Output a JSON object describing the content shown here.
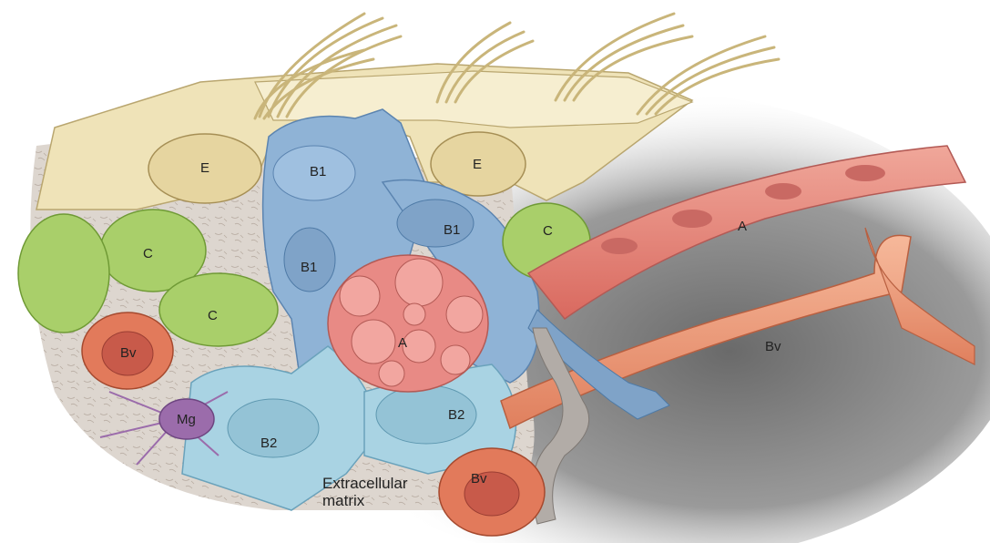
{
  "labels": {
    "e_left": "E",
    "e_right": "E",
    "b1_top": "B1",
    "b1_mid": "B1",
    "b1_right": "B1",
    "c_upper_left": "C",
    "c_lower_left": "C",
    "c_right": "C",
    "a_cluster": "A",
    "a_vessel": "A",
    "bv_left": "Bv",
    "bv_bottom": "Bv",
    "bv_right": "Bv",
    "mg": "Mg",
    "b2_left": "B2",
    "b2_right": "B2"
  },
  "caption": {
    "line1": "Extracellular",
    "line2": "matrix"
  },
  "colors": {
    "ependyma": "#efe3b8",
    "b1_blue": "#8fb3d6",
    "b2_light_blue": "#a9d3e3",
    "c_green": "#a9cf6a",
    "a_pink": "#e88a85",
    "bv_orange": "#e27a5b",
    "mg_purple": "#9b6cab",
    "matrix_gray": "#d8d2cc"
  }
}
